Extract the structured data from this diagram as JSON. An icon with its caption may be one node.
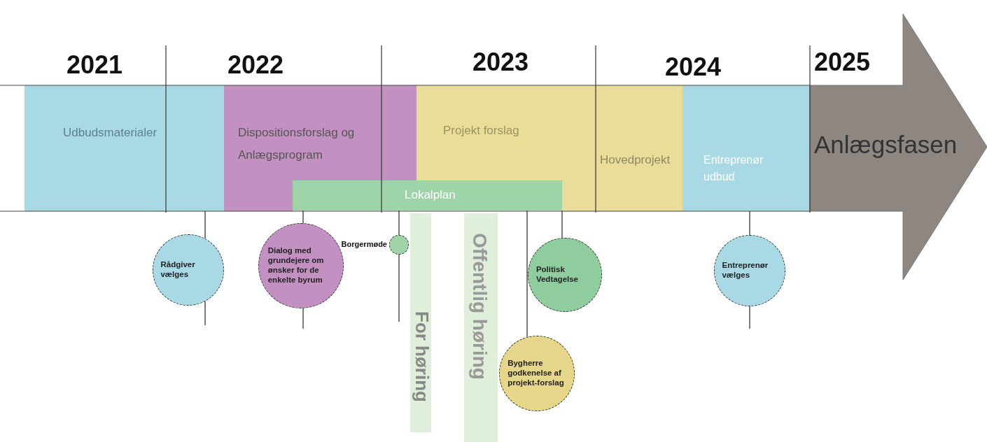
{
  "diagram": {
    "nodes": [
      {
        "text": [
          "Udbudsmaterialer"
        ]
      },
      {
        "text": [
          "Dispositionsforslag og Anlægsprogram"
        ]
      },
      {
        "text": [
          "Projekt forslag",
          "Hovedprojekt"
        ]
      },
      {
        "text": [
          "Entreprenør udbud"
        ]
      },
      {
        "text": [
          "Anlægsfasen"
        ]
      },
      {
        "text": [
          "Lokalplan"
        ]
      },
      {
        "text": [
          "For høring"
        ]
      },
      {
        "text": [
          "Offentlig høring"
        ]
      },
      {
        "text": [
          "Rådgiver vælges"
        ]
      },
      {
        "text": [
          "Dialog med grundejere om ønsker for de enkelte byrum"
        ]
      },
      {
        "text": [
          "Borgermøde"
        ]
      },
      {
        "text": [
          "Politisk Vedtagelse"
        ]
      },
      {
        "text": [
          "Bygherre godkenelse af projekt-forslag"
        ]
      },
      {
        "text": [
          "Entreprenør vælges"
        ]
      }
    ],
    "edges": [
      {
        "from": 0,
        "to": 8,
        "arrow": "none"
      },
      {
        "from": 5,
        "to": 9,
        "arrow": "none"
      },
      {
        "from": 5,
        "to": 10,
        "arrow": "none"
      },
      {
        "from": 5,
        "to": 12,
        "arrow": "none"
      },
      {
        "from": 5,
        "to": 11,
        "arrow": "none"
      },
      {
        "from": 3,
        "to": 13,
        "arrow": "none"
      }
    ],
    "labels": [
      "2021",
      "2022",
      "2023",
      "2024",
      "2025"
    ]
  }
}
